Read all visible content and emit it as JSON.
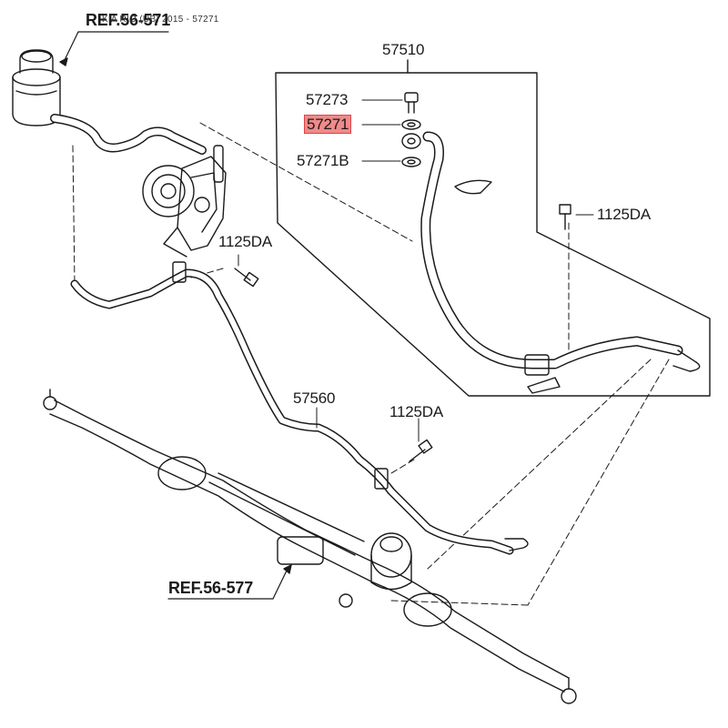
{
  "caption": "KIA RIO (UB) 2015 - 57271",
  "parts": {
    "p57510": "57510",
    "p57273": "57273",
    "p57271": "57271",
    "p57271b": "57271B",
    "p1125da_top": "1125DA",
    "p1125da_left": "1125DA",
    "p1125da_mid": "1125DA",
    "p57560": "57560"
  },
  "refs": {
    "reservoir": "REF.56-571",
    "rack": "REF.56-577"
  },
  "colors": {
    "line": "#1a1a1a",
    "highlight": "#f08a8a"
  }
}
